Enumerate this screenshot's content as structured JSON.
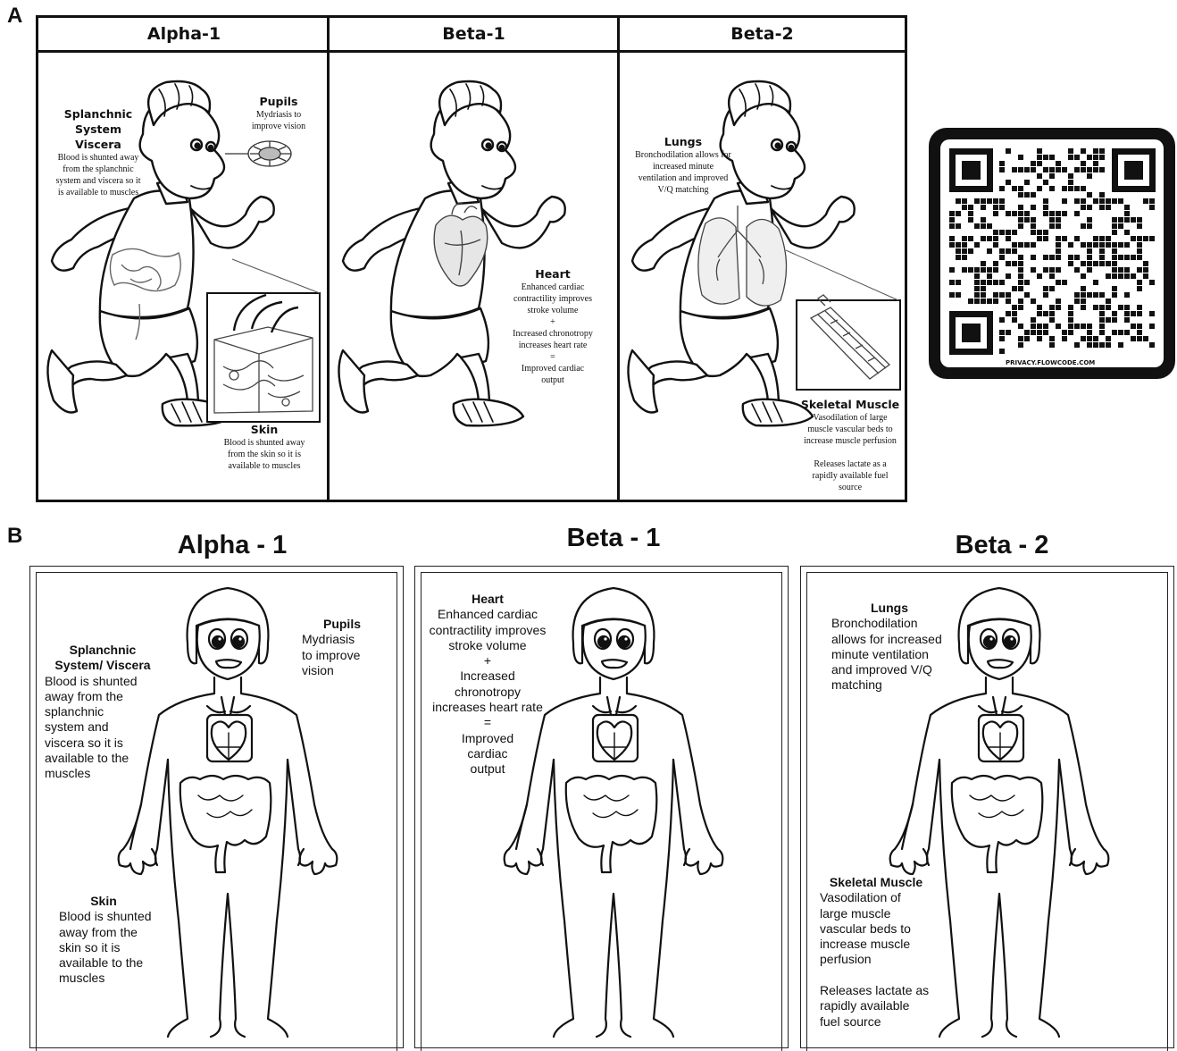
{
  "panel_labels": {
    "a": "A",
    "b": "B"
  },
  "section_a": {
    "headers": [
      "Alpha-1",
      "Beta-1",
      "Beta-2"
    ],
    "alpha1": {
      "splanchnic": {
        "title": "Splanchnic System\nViscera",
        "body": "Blood is shunted away\nfrom the splanchnic\nsystem and viscera so it\nis available to muscles"
      },
      "pupils": {
        "title": "Pupils",
        "body": "Mydriasis to\nimprove vision"
      },
      "skin": {
        "title": "Skin",
        "body": "Blood is shunted away\nfrom the skin so it is\navailable to muscles"
      }
    },
    "beta1": {
      "heart": {
        "title": "Heart",
        "body": "Enhanced cardiac\ncontractility improves\nstroke volume\n+\nIncreased chronotropy\nincreases heart rate\n=\nImproved cardiac\noutput"
      }
    },
    "beta2": {
      "lungs": {
        "title": "Lungs",
        "body": "Bronchodilation allows for\nincreased minute\nventilation and improved\nV/Q matching"
      },
      "muscle": {
        "title": "Skeletal Muscle",
        "body": "Vasodilation of large\nmuscle vascular beds to\nincrease muscle perfusion\n\nReleases lactate as a\nrapidly available fuel\nsource"
      }
    }
  },
  "qr": {
    "brand": "FLOWCODE",
    "url": "PRIVACY.FLOWCODE.COM"
  },
  "section_b": {
    "titles": [
      "Alpha - 1",
      "Beta - 1",
      "Beta - 2"
    ],
    "alpha1": {
      "pupils": {
        "title": "Pupils",
        "body": "Mydriasis\nto improve\nvision"
      },
      "splanchnic": {
        "title": "Splanchnic\nSystem/ Viscera",
        "body": "Blood is shunted\naway from the\nsplanchnic\nsystem and\nviscera so it is\navailable to the\nmuscles"
      },
      "skin": {
        "title": "Skin",
        "body": "Blood is shunted\naway from the\nskin so it is\navailable to the\nmuscles"
      }
    },
    "beta1": {
      "heart": {
        "title": "Heart",
        "body": "Enhanced cardiac\ncontractility improves\nstroke volume\n+\nIncreased\nchronotropy\nincreases heart rate\n=\nImproved\ncardiac\noutput"
      }
    },
    "beta2": {
      "lungs": {
        "title": "Lungs",
        "body": "Bronchodilation\nallows for increased\nminute ventilation\nand improved V/Q\nmatching"
      },
      "muscle": {
        "title": "Skeletal Muscle",
        "body": "Vasodilation of\nlarge muscle\nvascular beds to\nincrease muscle\nperfusion\n\nReleases lactate as\nrapidly available\nfuel source"
      }
    }
  }
}
